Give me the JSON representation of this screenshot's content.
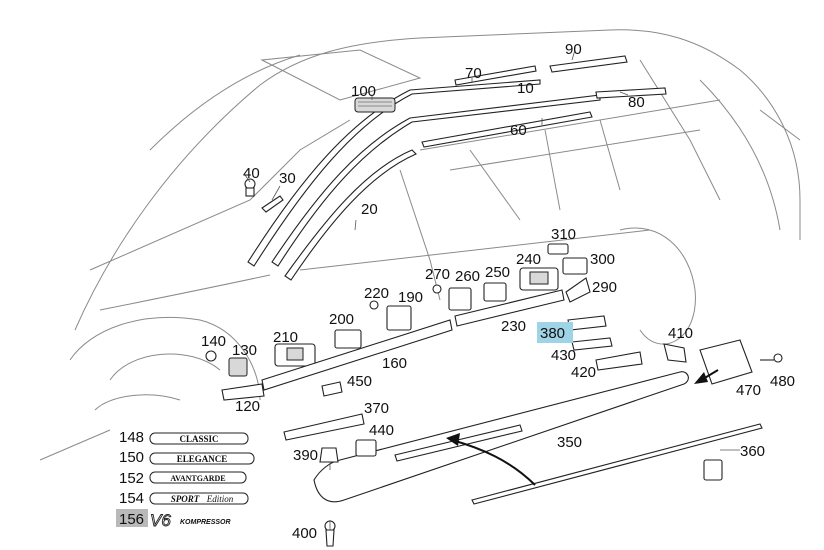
{
  "callouts": {
    "c10": "10",
    "c20": "20",
    "c30": "30",
    "c40": "40",
    "c60": "60",
    "c70": "70",
    "c80": "80",
    "c90": "90",
    "c100": "100",
    "c120": "120",
    "c130": "130",
    "c140": "140",
    "c148": "148",
    "c150": "150",
    "c152": "152",
    "c154": "154",
    "c156": "156",
    "c160": "160",
    "c190": "190",
    "c200": "200",
    "c210": "210",
    "c220": "220",
    "c230": "230",
    "c240": "240",
    "c250": "250",
    "c260": "260",
    "c270": "270",
    "c290": "290",
    "c300": "300",
    "c310": "310",
    "c350": "350",
    "c360": "360",
    "c370": "370",
    "c380": "380",
    "c390": "390",
    "c400": "400",
    "c410": "410",
    "c420": "420",
    "c430": "430",
    "c440": "440",
    "c450": "450",
    "c470": "470",
    "c480": "480"
  },
  "badges": {
    "classic": "CLASSIC",
    "elegance": "ELEGANCE",
    "avantgarde": "AVANTGARDE",
    "sport": "SPORT",
    "sport_edition": "Edition",
    "v6": "V6",
    "kompressor": "KOMPRESSOR"
  },
  "highlights": {
    "c380": "#9fd3e6",
    "c156": "#b9b9b9"
  }
}
